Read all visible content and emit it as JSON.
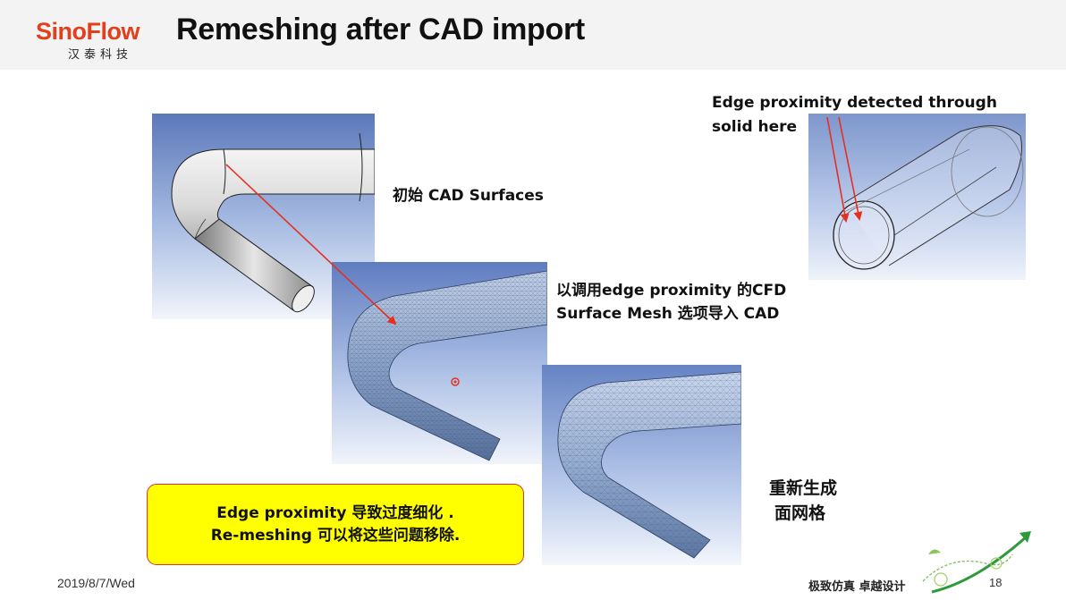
{
  "header": {
    "logo_text": "SinoFlow",
    "logo_subtext": "汉泰科技",
    "title": "Remeshing after CAD import"
  },
  "labels": {
    "initial_cad": "初始 CAD Surfaces",
    "proximity_line1": "以调用edge proximity 的CFD",
    "proximity_line2": "Surface Mesh 选项导入 CAD",
    "detected_line1": "Edge proximity detected through",
    "detected_line2": "solid here",
    "regenerate_line1": "重新生成",
    "regenerate_line2": "面网格"
  },
  "callout": {
    "line1": "Edge proximity 导致过度细化 .",
    "line2": "Re-meshing 可以将这些问题移除."
  },
  "footer": {
    "date": "2019/8/7/Wed",
    "slogan": "极致仿真 卓越设计",
    "page_number": "18"
  },
  "colors": {
    "brand": "#e0401c",
    "callout_fill": "#ffff00",
    "callout_border": "#dd3333",
    "arrow": "#e53020"
  }
}
